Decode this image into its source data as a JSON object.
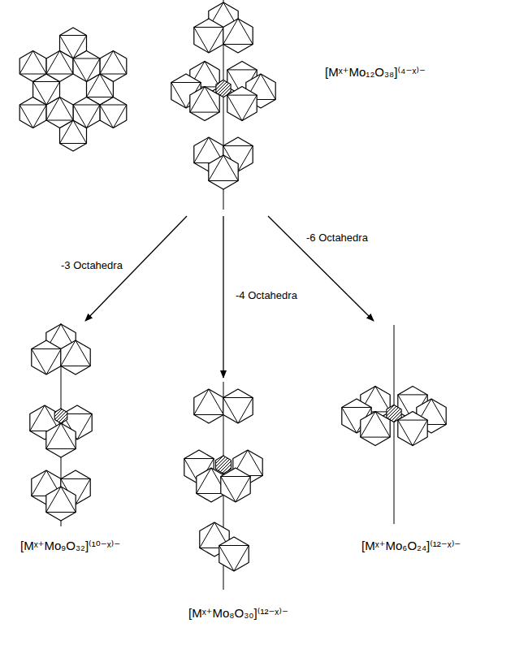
{
  "diagram": {
    "nodes": [
      {
        "text": [
          "[Mˣ⁺Mo₁₂O₃₈]⁽⁴⁻ˣ⁾⁻"
        ]
      },
      {
        "text": [
          "[Mˣ⁺Mo₉O₃₂]⁽¹⁰⁻ˣ⁾⁻"
        ]
      },
      {
        "text": [
          "[Mˣ⁺Mo₈O₃₀]⁽¹²⁻ˣ⁾⁻"
        ]
      },
      {
        "text": [
          "[Mˣ⁺Mo₆O₂₄]⁽¹²⁻ˣ⁾⁻"
        ]
      }
    ],
    "edges": [
      {
        "from": 0,
        "to": 1,
        "arrow": "to",
        "label": "-3 Octahedra"
      },
      {
        "from": 0,
        "to": 2,
        "arrow": "to",
        "label": "-4 Octahedra"
      },
      {
        "from": 0,
        "to": 3,
        "arrow": "to",
        "label": "-6 Octahedra"
      }
    ]
  }
}
